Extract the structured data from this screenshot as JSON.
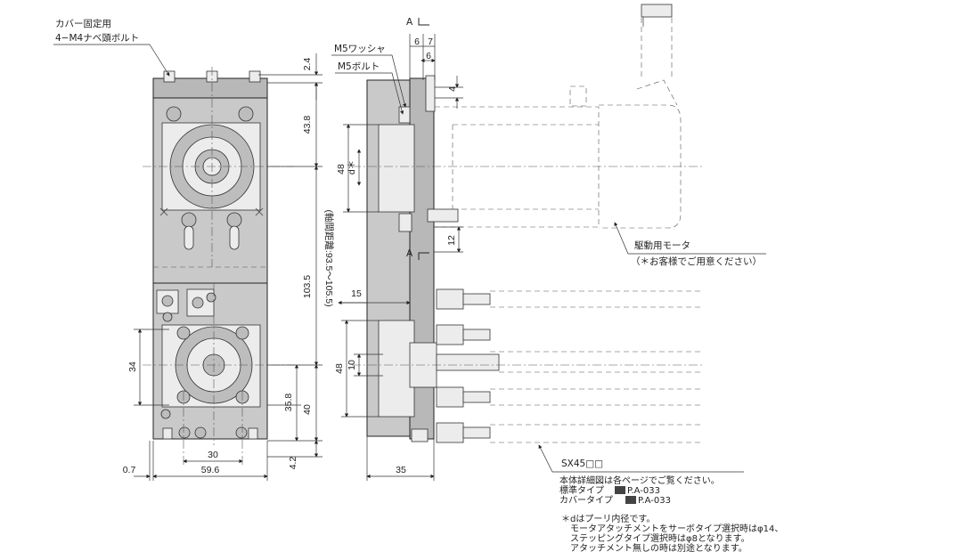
{
  "labels": {
    "cover_fix_1": "カバー固定用",
    "cover_fix_2": "4−M4ナベ頭ボルト",
    "m5_washer": "M5ワッシャ",
    "m5_bolt": "M5ボルト",
    "section_a_top": "A",
    "section_a_bottom": "A",
    "motor_1": "駆動用モータ",
    "motor_2": "（＊お客様でご用意ください）",
    "model": "SX45□□",
    "axis_distance": "(軸間距離:93.5〜105.5)",
    "d_mark": "d＊"
  },
  "dimensions": {
    "d2_4": "2.4",
    "d43_8": "43.8",
    "d103_5": "103.5",
    "d35_8": "35.8",
    "d40": "40",
    "d4_2": "4.2",
    "d34": "34",
    "d30": "30",
    "d59_6": "59.6",
    "d0_7": "0.7",
    "d6a": "6",
    "d7": "7",
    "d6b": "6",
    "d4": "4",
    "d48a": "48",
    "d12": "12",
    "d15": "15",
    "d48b": "48",
    "d10": "10",
    "d35": "35"
  },
  "notes": {
    "detail": "本体詳細図は各ページでご覧ください。",
    "standard_type": "標準タイプ",
    "standard_ref": "P.A-033",
    "cover_type": "カバータイプ",
    "cover_ref": "P.A-033",
    "d_note_1": "＊dはプーリ内径です。",
    "d_note_2": "モータアタッチメントをサーボタイプ選択時はφ14、",
    "d_note_3": "ステッピングタイプ選択時はφ8となります。",
    "d_note_4": "アタッチメント無しの時は別途となります。"
  }
}
